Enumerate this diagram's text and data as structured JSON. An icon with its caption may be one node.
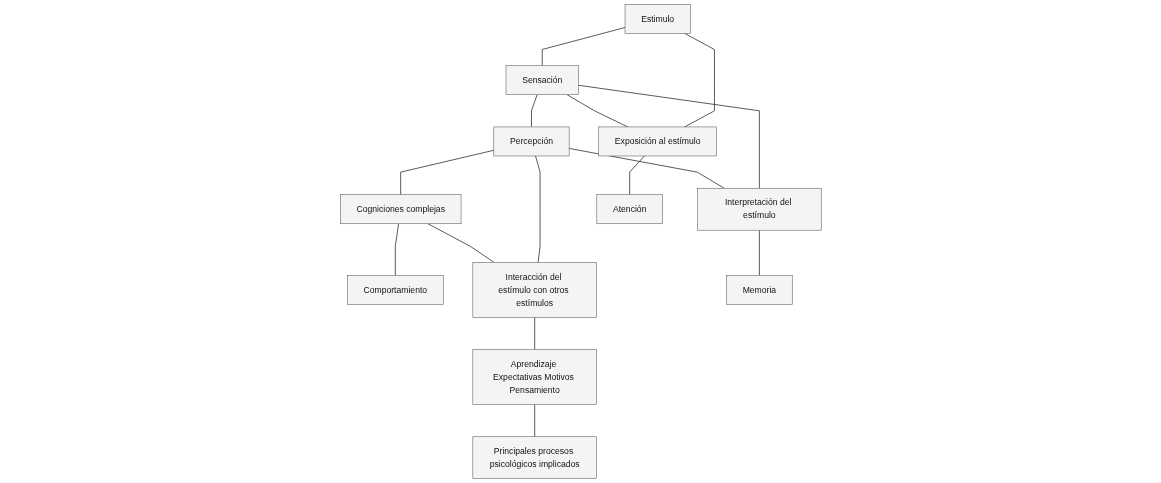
{
  "diagram": {
    "nodes": [
      {
        "text": [
          "Estimulo"
        ]
      },
      {
        "text": [
          "Sensación"
        ]
      },
      {
        "text": [
          "Percepción"
        ]
      },
      {
        "text": [
          "Cogniciones complejas"
        ]
      },
      {
        "text": [
          "Comportamiento"
        ]
      },
      {
        "text": [
          "Exposición al estímulo"
        ]
      },
      {
        "text": [
          "Interpretación del estímulo"
        ]
      },
      {
        "text": [
          "Interacción del estímulo con otros estímulos"
        ]
      },
      {
        "text": [
          "Atención"
        ]
      },
      {
        "text": [
          "Memoria"
        ]
      },
      {
        "text": [
          "Aprendizaje Expectativas Motivos Pensamiento"
        ]
      },
      {
        "text": [
          "Principales procesos psicológicos implicados"
        ]
      }
    ],
    "edges": [
      {
        "from": 0,
        "to": 1,
        "arrow": "none"
      },
      {
        "from": 1,
        "to": 2,
        "arrow": "none"
      },
      {
        "from": 2,
        "to": 3,
        "arrow": "none"
      },
      {
        "from": 3,
        "to": 4,
        "arrow": "none"
      },
      {
        "from": 0,
        "to": 5,
        "arrow": "none"
      },
      {
        "from": 1,
        "to": 5,
        "arrow": "none"
      },
      {
        "from": 1,
        "to": 6,
        "arrow": "none"
      },
      {
        "from": 2,
        "to": 6,
        "arrow": "none"
      },
      {
        "from": 2,
        "to": 7,
        "arrow": "none"
      },
      {
        "from": 3,
        "to": 7,
        "arrow": "none"
      },
      {
        "from": 5,
        "to": 8,
        "arrow": "none"
      },
      {
        "from": 6,
        "to": 9,
        "arrow": "none"
      },
      {
        "from": 7,
        "to": 10,
        "arrow": "none"
      },
      {
        "from": 10,
        "to": 11,
        "arrow": "none"
      }
    ]
  }
}
